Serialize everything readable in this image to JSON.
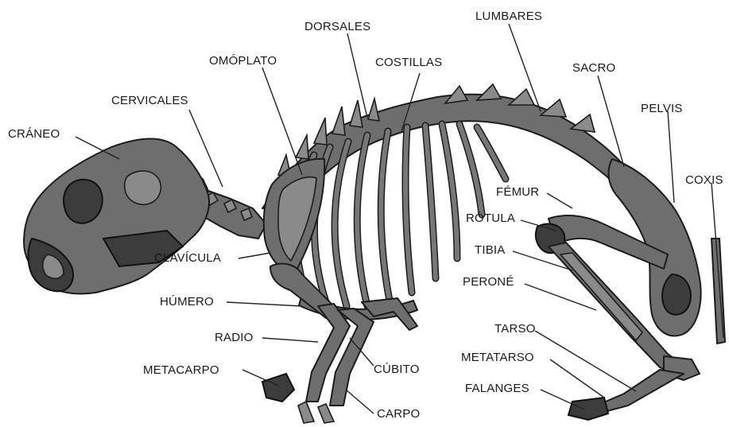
{
  "labels": {
    "craneo": "CRÁNEO",
    "cervicales": "CERVICALES",
    "omoplato": "OMÓPLATO",
    "dorsales": "DORSALES",
    "costillas": "COSTILLAS",
    "lumbares": "LUMBARES",
    "sacro": "SACRO",
    "pelvis": "PELVIS",
    "coxis": "COXIS",
    "femur": "FÉMUR",
    "rotula": "RÓTULA",
    "tibia": "TIBIA",
    "perone": "PERONÉ",
    "tarso": "TARSO",
    "metatarso": "METATARSO",
    "falanges": "FALANGES",
    "clavicula": "CLAVÍCULA",
    "humero": "HÚMERO",
    "radio": "RADIO",
    "cubito": "CÚBITO",
    "metacarpo": "METACARPO",
    "carpo": "CARPO"
  },
  "colors": {
    "bone": "#6e6e6e",
    "bone_dark": "#3c3c3c",
    "outline": "#1c1c1c",
    "background": "#ffffff"
  }
}
